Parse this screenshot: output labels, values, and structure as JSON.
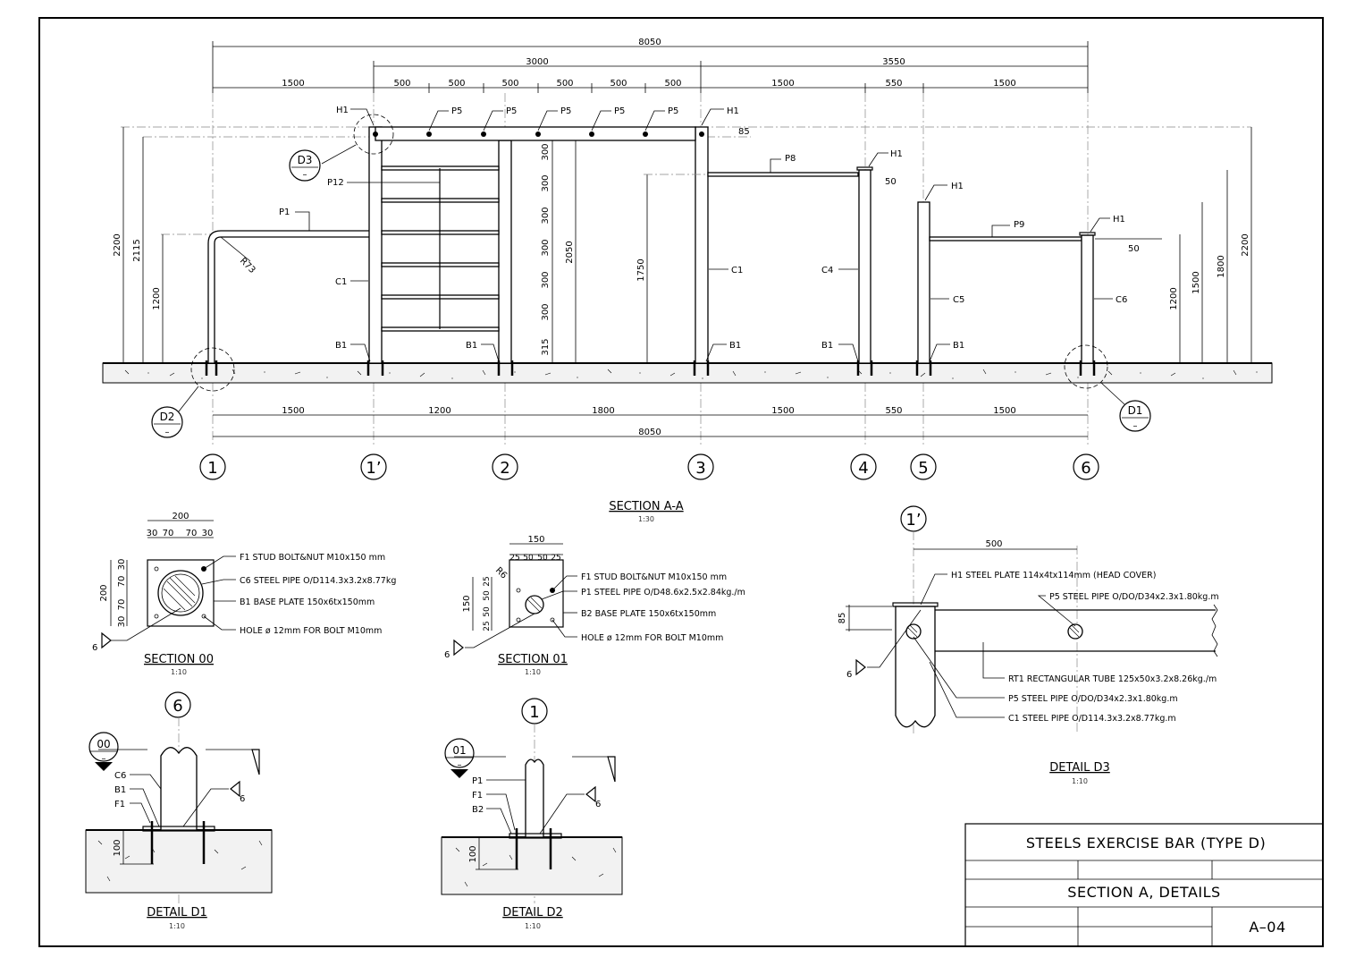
{
  "section_aa": {
    "title": "SECTION A-A",
    "scale": "1:30",
    "dims_top_total": "8050",
    "dims_top_mid": [
      "3000",
      "3550"
    ],
    "dims_top_row": [
      "1500",
      "500",
      "500",
      "500",
      "500",
      "500",
      "500",
      "1500",
      "550",
      "1500"
    ],
    "dims_bottom_row": [
      "1500",
      "1200",
      "1800",
      "1500",
      "550",
      "1500"
    ],
    "dims_bottom_total": "8050",
    "heights_left": [
      "2200",
      "2115",
      "1200"
    ],
    "heights_right": [
      "2200",
      "1800",
      "1500",
      "1200"
    ],
    "ladder_dims": [
      "300",
      "300",
      "300",
      "300",
      "300",
      "300",
      "315"
    ],
    "inner_heights": [
      "2050",
      "1750"
    ],
    "small_dims": [
      "85",
      "50",
      "50"
    ],
    "radius": "R73",
    "labels": {
      "h1": "H1",
      "p5": "P5",
      "p8": "P8",
      "p9": "P9",
      "p12": "P12",
      "p1": "P1",
      "c1": "C1",
      "c4": "C4",
      "c5": "C5",
      "c6": "C6",
      "b1": "B1"
    },
    "detail_tags": [
      {
        "top": "D3",
        "bottom": "–"
      },
      {
        "top": "D2",
        "bottom": "–"
      },
      {
        "top": "D1",
        "bottom": "–"
      }
    ],
    "grid_marks": [
      "1",
      "1’",
      "2",
      "3",
      "4",
      "5",
      "6"
    ]
  },
  "section_00": {
    "title": "SECTION 00",
    "scale": "1:10",
    "dims": [
      "200",
      "30",
      "70",
      "70",
      "30",
      "200",
      "30",
      "70",
      "70",
      "30"
    ],
    "notes": [
      "F1 STUD BOLT&NUT M10x150 mm",
      "C6 STEEL PIPE O/D114.3x3.2x8.77kg",
      "B1 BASE PLATE 150x6tx150mm",
      "HOLE ø 12mm FOR BOLT M10mm"
    ],
    "weld": "6"
  },
  "section_01": {
    "title": "SECTION 01",
    "scale": "1:10",
    "dims": [
      "150",
      "25",
      "50",
      "50",
      "25",
      "150",
      "25",
      "50",
      "50",
      "25",
      "R6"
    ],
    "notes": [
      "F1 STUD BOLT&NUT M10x150 mm",
      "P1 STEEL PIPE O/D48.6x2.5x2.84kg./m",
      "B2 BASE PLATE 150x6tx150mm",
      "HOLE ø 12mm FOR BOLT M10mm"
    ],
    "weld": "6"
  },
  "detail_d3": {
    "title": "DETAIL D3",
    "scale": "1:10",
    "grid": "1’",
    "dims": [
      "500",
      "85"
    ],
    "notes": [
      "H1 STEEL PLATE 114x4tx114mm (HEAD COVER)",
      "P5 STEEL PIPE O/DO/D34x2.3x1.80kg.m",
      "RT1 RECTANGULAR TUBE 125x50x3.2x8.26kg./m",
      "P5 STEEL PIPE O/DO/D34x2.3x1.80kg.m",
      "C1 STEEL PIPE O/D114.3x3.2x8.77kg.m"
    ],
    "weld": "6"
  },
  "detail_d1": {
    "title": "DETAIL D1",
    "scale": "1:10",
    "grid": "6",
    "tag": {
      "top": "00",
      "bottom": "–"
    },
    "labels": [
      "C6",
      "B1",
      "F1"
    ],
    "dim": "100",
    "weld": "6"
  },
  "detail_d2": {
    "title": "DETAIL D2",
    "scale": "1:10",
    "grid": "1",
    "tag": {
      "top": "01",
      "bottom": "–"
    },
    "labels": [
      "P1",
      "F1",
      "B2"
    ],
    "dim": "100",
    "weld": "6"
  },
  "title_block": {
    "project": "STEELS EXERCISE BAR (TYPE D)",
    "sheet_title": "SECTION A, DETAILS",
    "sheet_no": "A–04"
  }
}
